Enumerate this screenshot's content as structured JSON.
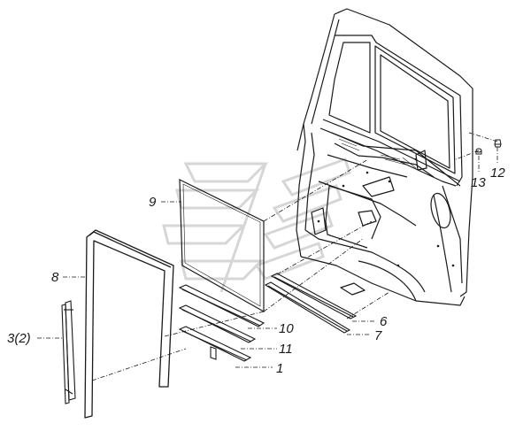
{
  "callouts": {
    "c9": "9",
    "c8": "8",
    "c3": "3(2)",
    "c10": "10",
    "c11": "11",
    "c1": "1",
    "c6": "6",
    "c7": "7",
    "c13": "13",
    "c12": "12"
  },
  "colors": {
    "line": "#1a1a1a",
    "watermark": "#d9d9d9",
    "background": "#ffffff"
  }
}
